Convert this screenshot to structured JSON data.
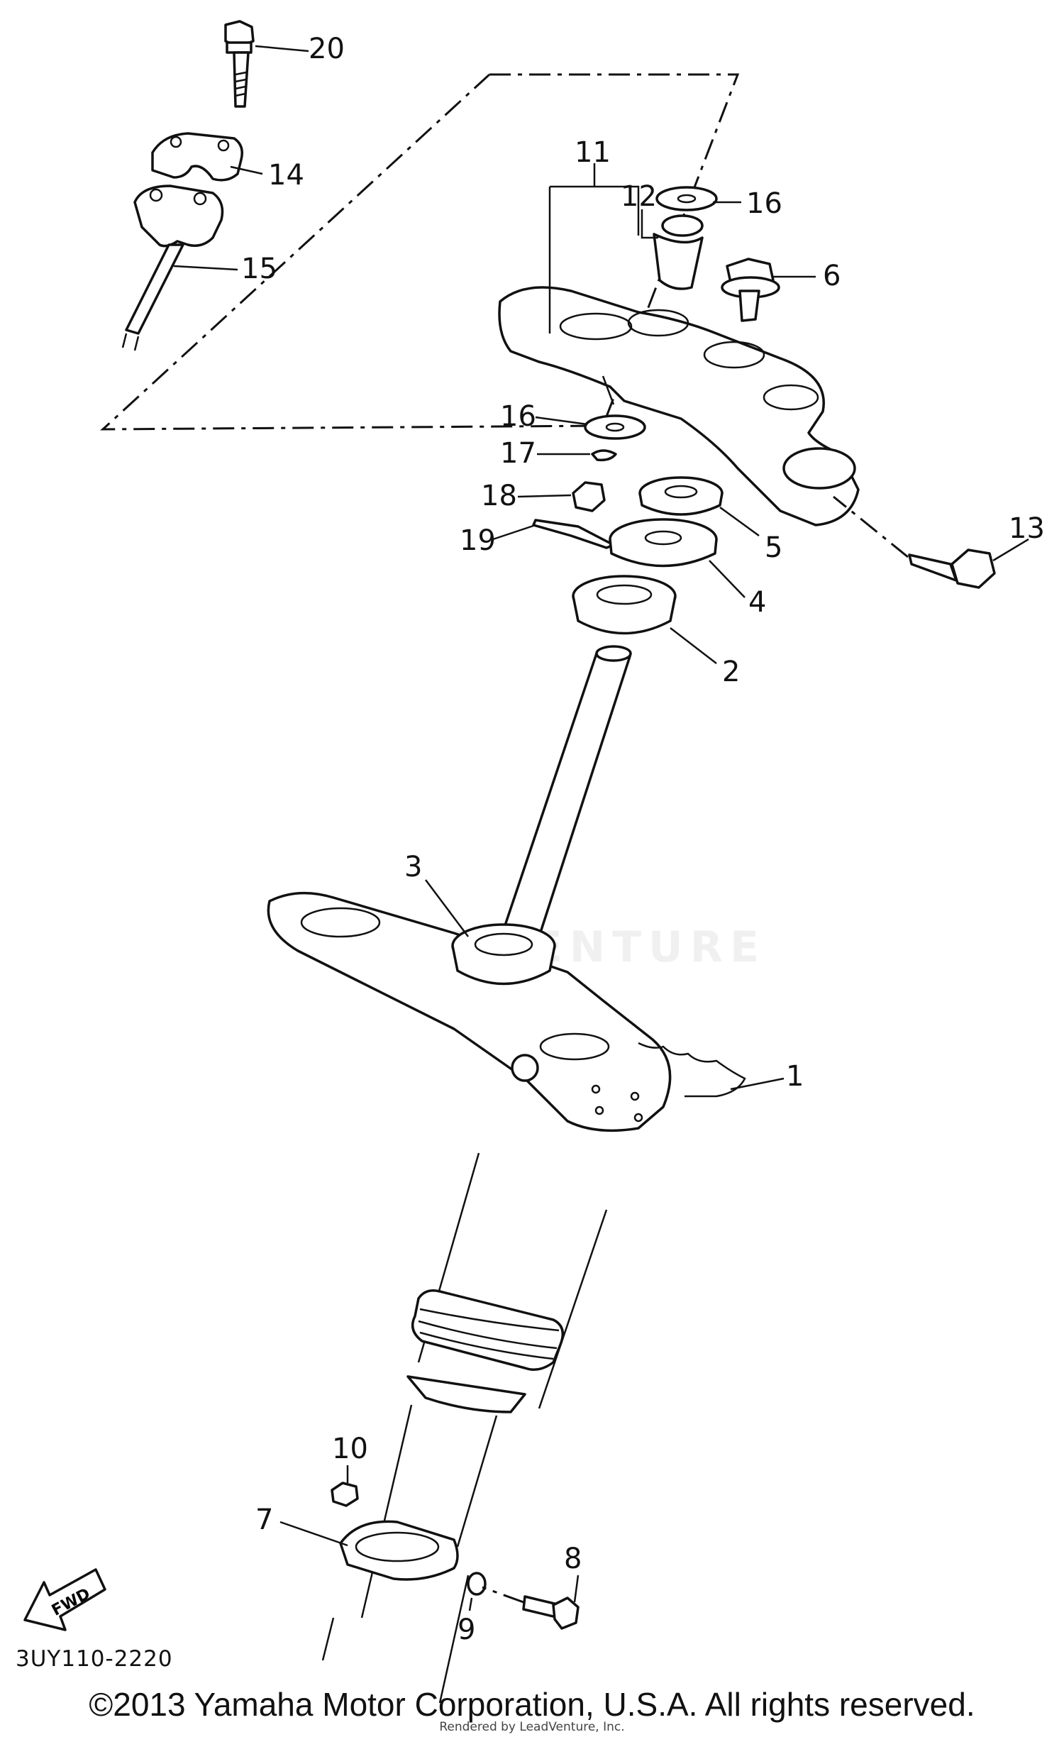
{
  "callouts": [
    {
      "id": "c1",
      "text": "1"
    },
    {
      "id": "c2",
      "text": "2"
    },
    {
      "id": "c3",
      "text": "3"
    },
    {
      "id": "c4",
      "text": "4"
    },
    {
      "id": "c5",
      "text": "5"
    },
    {
      "id": "c6",
      "text": "6"
    },
    {
      "id": "c7",
      "text": "7"
    },
    {
      "id": "c8",
      "text": "8"
    },
    {
      "id": "c9",
      "text": "9"
    },
    {
      "id": "c10",
      "text": "10"
    },
    {
      "id": "c11",
      "text": "11"
    },
    {
      "id": "c12",
      "text": "12"
    },
    {
      "id": "c13",
      "text": "13"
    },
    {
      "id": "c14",
      "text": "14"
    },
    {
      "id": "c15",
      "text": "15"
    },
    {
      "id": "c16a",
      "text": "16"
    },
    {
      "id": "c16b",
      "text": "16"
    },
    {
      "id": "c17",
      "text": "17"
    },
    {
      "id": "c18",
      "text": "18"
    },
    {
      "id": "c19",
      "text": "19"
    },
    {
      "id": "c20",
      "text": "20"
    }
  ],
  "fwd_label": "FWD",
  "diagram_code": "3UY110-2220",
  "copyright": "©2013 Yamaha Motor Corporation, U.S.A. All rights reserved.",
  "rendered_by": "Rendered by LeadVenture, Inc.",
  "watermark": "LEADVENTURE"
}
